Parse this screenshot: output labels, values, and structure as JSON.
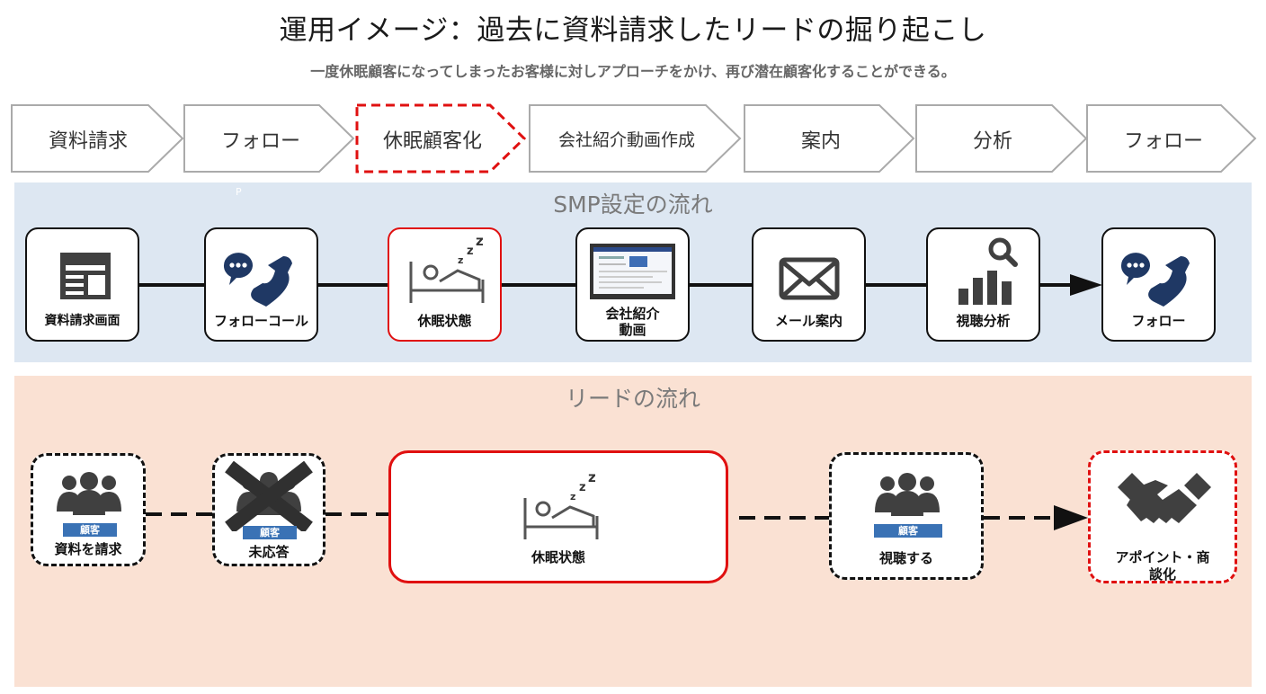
{
  "title": "運用イメージ：過去に資料請求したリードの掘り起こし",
  "subtitle": "一度休眠顧客になってしまったお客様に対しアプローチをかけ、再び潜在顧客化することができる。",
  "steps": [
    "資料請求",
    "フォロー",
    "休眠顧客化",
    "会社紹介動画作成",
    "案内",
    "分析",
    "フォロー"
  ],
  "smp": {
    "title": "SMP設定の流れ",
    "stray_mark": "P",
    "cards": [
      {
        "label": "資料請求画面",
        "icon": "document-icon"
      },
      {
        "label": "フォローコール",
        "icon": "phone-chat-icon"
      },
      {
        "label": "休眠状態",
        "icon": "sleeping-bed-icon"
      },
      {
        "label": "会社紹介",
        "label2": "動画",
        "icon": "video-screen-icon"
      },
      {
        "label": "メール案内",
        "icon": "envelope-icon"
      },
      {
        "label": "視聴分析",
        "icon": "analytics-icon"
      },
      {
        "label": "フォロー",
        "icon": "phone-chat-icon"
      }
    ]
  },
  "lead": {
    "title": "リードの流れ",
    "badge": "顧客",
    "cards": [
      {
        "label": "資料を請求",
        "icon": "people-icon"
      },
      {
        "label": "未応答",
        "icon": "people-crossed-icon"
      },
      {
        "label": "休眠状態",
        "icon": "sleeping-bed-icon"
      },
      {
        "label": "視聴する",
        "icon": "people-icon"
      },
      {
        "label": "アポイント・商",
        "label2": "談化",
        "icon": "handshake-icon"
      }
    ]
  },
  "colors": {
    "accent_red": "#e01010",
    "smp_band": "#dde7f2",
    "lead_band": "#fae1d3",
    "badge_blue": "#3a72b5",
    "icon_dark": "#404040",
    "phone_navy": "#1f3864"
  }
}
